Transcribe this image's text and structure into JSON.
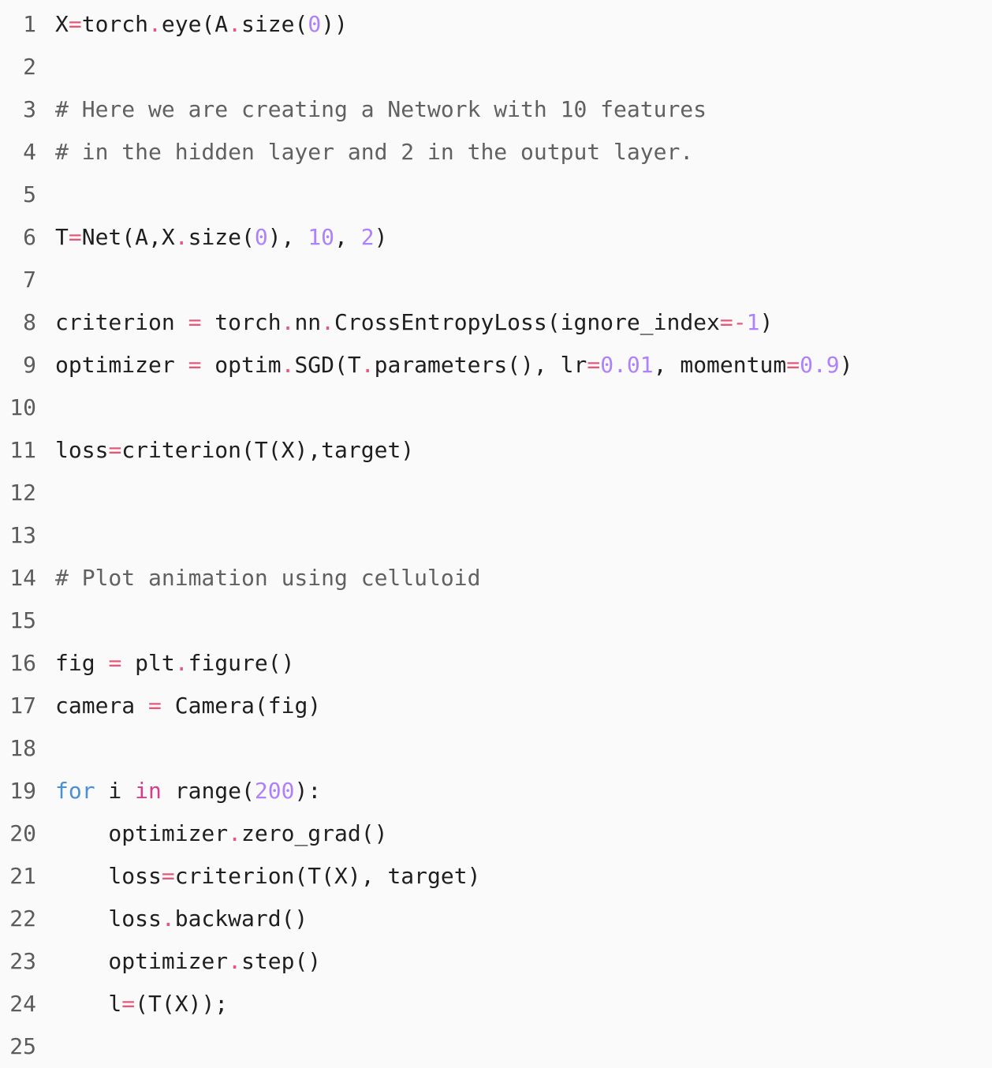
{
  "colors": {
    "background": "#fafafa",
    "line_number": "#5c5c5c",
    "text": "#1f1f1f",
    "operator": "#e5587a",
    "number": "#ae81ff",
    "keyword_for": "#4b8fd6",
    "keyword_in": "#d43f8d",
    "comment": "#616161"
  },
  "code_lines": [
    {
      "n": "1",
      "tokens": [
        [
          "txt",
          "X"
        ],
        [
          "op",
          "="
        ],
        [
          "txt",
          "torch"
        ],
        [
          "op",
          "."
        ],
        [
          "txt",
          "eye(A"
        ],
        [
          "op",
          "."
        ],
        [
          "txt",
          "size("
        ],
        [
          "num",
          "0"
        ],
        [
          "txt",
          "))"
        ]
      ]
    },
    {
      "n": "2",
      "tokens": []
    },
    {
      "n": "3",
      "tokens": [
        [
          "cmt",
          "# Here we are creating a Network with 10 features"
        ]
      ]
    },
    {
      "n": "4",
      "tokens": [
        [
          "cmt",
          "# in the hidden layer and 2 in the output layer."
        ]
      ]
    },
    {
      "n": "5",
      "tokens": []
    },
    {
      "n": "6",
      "tokens": [
        [
          "txt",
          "T"
        ],
        [
          "op",
          "="
        ],
        [
          "txt",
          "Net(A,X"
        ],
        [
          "op",
          "."
        ],
        [
          "txt",
          "size("
        ],
        [
          "num",
          "0"
        ],
        [
          "txt",
          "), "
        ],
        [
          "num",
          "10"
        ],
        [
          "txt",
          ", "
        ],
        [
          "num",
          "2"
        ],
        [
          "txt",
          ")"
        ]
      ]
    },
    {
      "n": "7",
      "tokens": []
    },
    {
      "n": "8",
      "tokens": [
        [
          "txt",
          "criterion "
        ],
        [
          "op",
          "="
        ],
        [
          "txt",
          " torch"
        ],
        [
          "op",
          "."
        ],
        [
          "txt",
          "nn"
        ],
        [
          "op",
          "."
        ],
        [
          "txt",
          "CrossEntropyLoss(ignore_index"
        ],
        [
          "op",
          "=-"
        ],
        [
          "num",
          "1"
        ],
        [
          "txt",
          ")"
        ]
      ]
    },
    {
      "n": "9",
      "tokens": [
        [
          "txt",
          "optimizer "
        ],
        [
          "op",
          "="
        ],
        [
          "txt",
          " optim"
        ],
        [
          "op",
          "."
        ],
        [
          "txt",
          "SGD(T"
        ],
        [
          "op",
          "."
        ],
        [
          "txt",
          "parameters(), lr"
        ],
        [
          "op",
          "="
        ],
        [
          "num",
          "0.01"
        ],
        [
          "txt",
          ", momentum"
        ],
        [
          "op",
          "="
        ],
        [
          "num",
          "0.9"
        ],
        [
          "txt",
          ")"
        ]
      ]
    },
    {
      "n": "10",
      "tokens": []
    },
    {
      "n": "11",
      "tokens": [
        [
          "txt",
          "loss"
        ],
        [
          "op",
          "="
        ],
        [
          "txt",
          "criterion(T(X),target)"
        ]
      ]
    },
    {
      "n": "12",
      "tokens": []
    },
    {
      "n": "13",
      "tokens": []
    },
    {
      "n": "14",
      "tokens": [
        [
          "cmt",
          "# Plot animation using celluloid"
        ]
      ]
    },
    {
      "n": "15",
      "tokens": []
    },
    {
      "n": "16",
      "tokens": [
        [
          "txt",
          "fig "
        ],
        [
          "op",
          "="
        ],
        [
          "txt",
          " plt"
        ],
        [
          "op",
          "."
        ],
        [
          "txt",
          "figure()"
        ]
      ]
    },
    {
      "n": "17",
      "tokens": [
        [
          "txt",
          "camera "
        ],
        [
          "op",
          "="
        ],
        [
          "txt",
          " Camera(fig)"
        ]
      ]
    },
    {
      "n": "18",
      "tokens": []
    },
    {
      "n": "19",
      "tokens": [
        [
          "kw",
          "for"
        ],
        [
          "txt",
          " i "
        ],
        [
          "kw2",
          "in"
        ],
        [
          "txt",
          " range("
        ],
        [
          "num",
          "200"
        ],
        [
          "txt",
          "):"
        ]
      ]
    },
    {
      "n": "20",
      "tokens": [
        [
          "txt",
          "    optimizer"
        ],
        [
          "op",
          "."
        ],
        [
          "txt",
          "zero_grad()"
        ]
      ]
    },
    {
      "n": "21",
      "tokens": [
        [
          "txt",
          "    loss"
        ],
        [
          "op",
          "="
        ],
        [
          "txt",
          "criterion(T(X), target)"
        ]
      ]
    },
    {
      "n": "22",
      "tokens": [
        [
          "txt",
          "    loss"
        ],
        [
          "op",
          "."
        ],
        [
          "txt",
          "backward()"
        ]
      ]
    },
    {
      "n": "23",
      "tokens": [
        [
          "txt",
          "    optimizer"
        ],
        [
          "op",
          "."
        ],
        [
          "txt",
          "step()"
        ]
      ]
    },
    {
      "n": "24",
      "tokens": [
        [
          "txt",
          "    l"
        ],
        [
          "op",
          "="
        ],
        [
          "txt",
          "(T(X));"
        ]
      ]
    },
    {
      "n": "25",
      "tokens": []
    }
  ]
}
